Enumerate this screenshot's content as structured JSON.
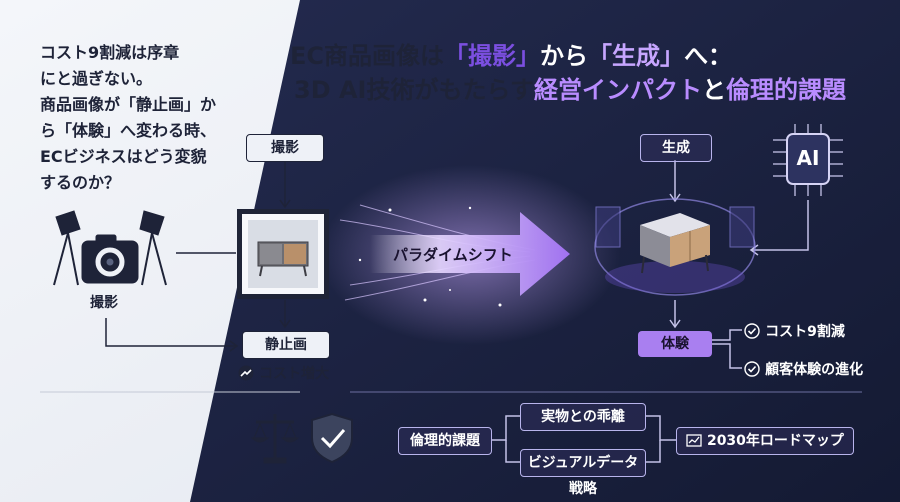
{
  "title": {
    "line1_a": "EC商品画像は",
    "line1_b": "「撮影」",
    "line1_c": "から",
    "line1_d": "「生成」",
    "line1_e": "へ：",
    "line2_a": "3D AI技術がもたらす",
    "line2_b": "経営インパクト",
    "line2_c": "と",
    "line2_d": "倫理的課題"
  },
  "intro": {
    "lines": [
      "コスト9割減は序章",
      "にと過ぎない。",
      "商品画像が「静止画」か",
      "ら「体験」へ変わる時、",
      "ECビジネスはどう変貌",
      "するのか？"
    ]
  },
  "left": {
    "photo_box": "撮影",
    "camera_label": "撮影",
    "still_box": "静止画",
    "cost_up": "コスト増大"
  },
  "center": {
    "arrow_label": "パラダイムシフト"
  },
  "right": {
    "generate_box": "生成",
    "ai_chip": "AI",
    "experience_box": "体験",
    "benefit1": "コスト9割減",
    "benefit2": "顧客体験の進化"
  },
  "bottom": {
    "ethics_box": "倫理的課題",
    "branch1": "実物との乖離",
    "branch2": "ビジュアルデータ戦略",
    "roadmap": "2030年ロードマップ"
  },
  "colors": {
    "dark_bg": "#1b2140",
    "light_bg": "#eef1f6",
    "accent_purple": "#a97ff0",
    "title_purple": "#7b4fe0"
  }
}
